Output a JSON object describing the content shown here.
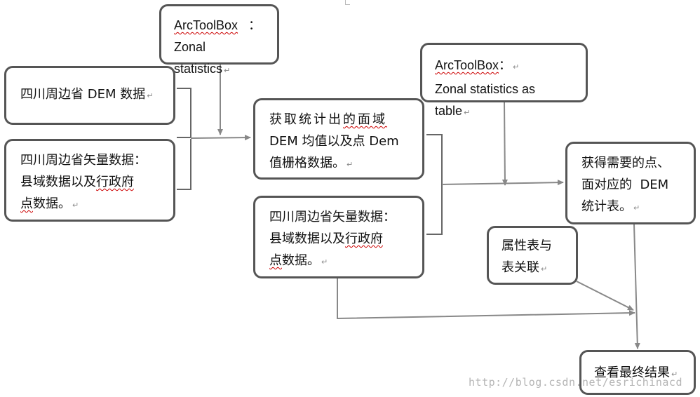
{
  "nodes": {
    "tool_zonal": {
      "line1": "ArcToolBox",
      "colon": "：",
      "line2": "Zonal statistics"
    },
    "tool_zonal_table": {
      "line1": "ArcToolBox",
      "colon": "：",
      "line2": "Zonal statistics as table"
    },
    "dem_data": {
      "text": "四川周边省 DEM 数据"
    },
    "vector_data_left": {
      "line1": "四川周边省矢量数据：",
      "line2a": "县域数据以及",
      "line2b": "行政府",
      "line3a": "点",
      "line3b": "数据。"
    },
    "zonal_result": {
      "line1a": "获取统计出",
      "line1b": "的面域",
      "line2": "DEM 均值以及点 Dem",
      "line3": "值栅格数据。"
    },
    "vector_data_mid": {
      "line1": "四川周边省矢量数据：",
      "line2a": "县域数据以及",
      "line2b": "行政府",
      "line3a": "点",
      "line3b": "数据。"
    },
    "stats_table": {
      "line1": "获得需要的点、",
      "line2": "面对应的  DEM",
      "line3": "统计表。"
    },
    "attr_join": {
      "line1": "属性表与",
      "line2": "表关联"
    },
    "final_result": {
      "text": "查看最终结果"
    }
  },
  "watermark": "http://blog.csdn.net/esrichinacd",
  "return_glyph": "↵",
  "colors": {
    "border": "#555555",
    "line": "#888888",
    "wavy": "#cc0000",
    "watermark": "#b5b5b5"
  }
}
